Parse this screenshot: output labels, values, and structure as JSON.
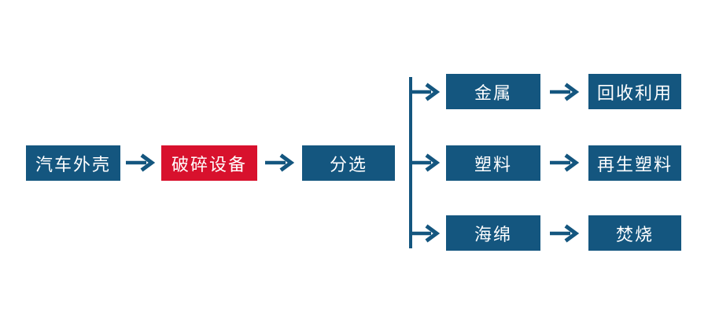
{
  "colors": {
    "primary": "#14567F",
    "accent": "#D8112D",
    "background": "#FFFFFF",
    "text": "#FFFFFF"
  },
  "diagram": {
    "main_flow": [
      {
        "label": "汽车外壳",
        "style": "primary"
      },
      {
        "label": "破碎设备",
        "style": "accent"
      },
      {
        "label": "分选",
        "style": "primary"
      }
    ],
    "branch_rows": [
      {
        "source": {
          "label": "金属"
        },
        "result": {
          "label": "回收利用"
        }
      },
      {
        "source": {
          "label": "塑料"
        },
        "result": {
          "label": "再生塑料"
        }
      },
      {
        "source": {
          "label": "海绵"
        },
        "result": {
          "label": "焚烧"
        }
      }
    ]
  }
}
